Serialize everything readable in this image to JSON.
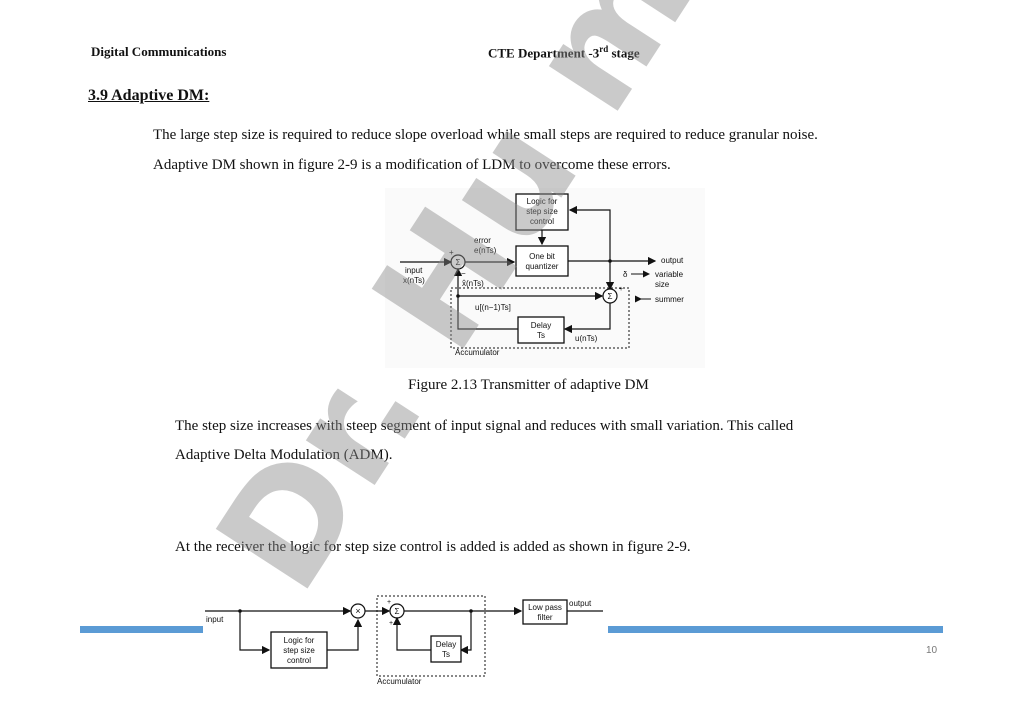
{
  "header": {
    "left": "Digital Communications",
    "right_prefix": "CTE Department -3",
    "right_sup": "rd",
    "right_suffix": " stage"
  },
  "section_title": "3.9 Adaptive DM:",
  "paragraphs": [
    "The large step size is required to reduce slope overload while small steps are required to reduce granular noise.",
    "Adaptive DM shown in figure 2-9 is a modification of LDM to overcome these errors.",
    "The step size increases with steep segment of input signal and reduces with small variation. This called",
    "Adaptive Delta Modulation (ADM).",
    "At the receiver the logic for step size control is added is added as shown in figure 2-9."
  ],
  "figure1": {
    "caption": "Figure 2.13 Transmitter of adaptive DM",
    "labels": {
      "logic_line1": "Logic for",
      "logic_line2": "step size",
      "logic_line3": "control",
      "quantizer_line1": "One bit",
      "quantizer_line2": "quantizer",
      "error_line1": "error",
      "error_line2": "e(nTs)",
      "input_line1": "input",
      "input_line2": "x(nTs)",
      "xhat": "x̂(nTs)",
      "output": "output",
      "delta": "δ",
      "variable_line1": "variable",
      "variable_line2": "size",
      "summer": "summer",
      "u_prev": "u[(n−1)Ts]",
      "delay_line1": "Delay",
      "delay_line2": "Ts",
      "u_now": "u(nTs)",
      "accumulator": "Accumulator",
      "sigma": "Σ",
      "plus": "+",
      "minus": "−"
    }
  },
  "figure2": {
    "labels": {
      "input": "input",
      "output": "output",
      "lpf_line1": "Low pass",
      "lpf_line2": "filter",
      "logic_line1": "Logic for",
      "logic_line2": "step size",
      "logic_line3": "control",
      "delay_line1": "Delay",
      "delay_line2": "Ts",
      "accumulator": "Accumulator",
      "sigma": "Σ",
      "multiply": "×",
      "plus": "+"
    }
  },
  "watermark": "Dr. Hu m",
  "page_number": "10"
}
